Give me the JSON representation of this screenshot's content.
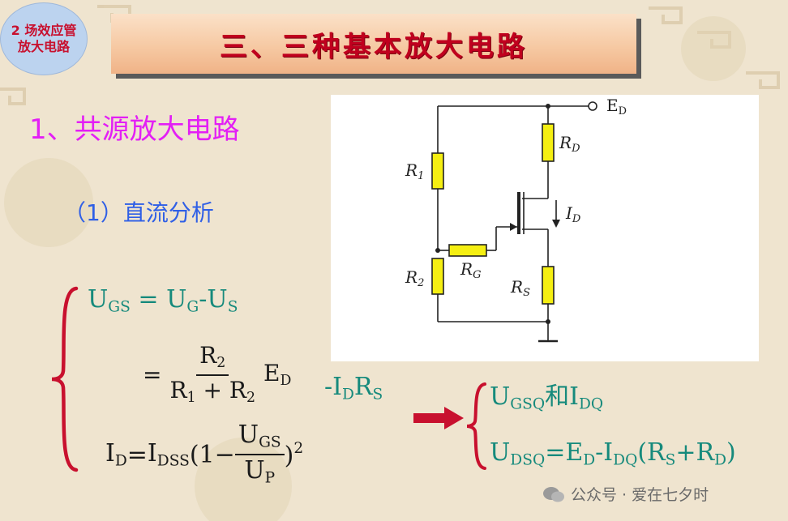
{
  "corner_badge": "2 场效应管放大电路",
  "title": "三、三种基本放大电路",
  "heading1": "1、共源放大电路",
  "heading2": "（1）直流分析",
  "circuit": {
    "R1": "R",
    "R1_sub": "1",
    "R2": "R",
    "R2_sub": "2",
    "RG": "R",
    "RG_sub": "G",
    "RD": "R",
    "RD_sub": "D",
    "RS": "R",
    "RS_sub": "S",
    "ID": "I",
    "ID_sub": "D",
    "ED": "E",
    "ED_sub": "D"
  },
  "eq1": {
    "lhs": "U",
    "lhs_sub": "GS",
    "eq": " = ",
    "a": "U",
    "a_sub": "G",
    "minus": "-",
    "b": "U",
    "b_sub": "S"
  },
  "eq2": {
    "eq": "=",
    "num": "R",
    "num_sub": "2",
    "den_a": "R",
    "den_a_sub": "1",
    "den_plus": " + ",
    "den_b": "R",
    "den_b_sub": "2",
    "ed": "E",
    "ed_sub": "D",
    "tail": "-I",
    "tail_sub": "D",
    "tail_r": "R",
    "tail_r_sub": "S"
  },
  "eq3": {
    "lhs": "I",
    "lhs_sub": "D",
    "eq": " = ",
    "i": "I",
    "i_sub": "DSS",
    "open": "(1−",
    "num": "U",
    "num_sub": "GS",
    "den": "U",
    "den_sub": "P",
    "close": ")",
    "exp": "2"
  },
  "result1": {
    "a": "U",
    "a_sub": "GSQ",
    "and": "和",
    "b": "I",
    "b_sub": "DQ"
  },
  "result2": {
    "a": "U",
    "a_sub": "DSQ",
    "eq": "=E",
    "eq_sub": "D",
    "minus": "-I",
    "minus_sub": "DQ",
    "open": "(R",
    "open_sub": "S",
    "plus": "+R",
    "plus_sub": "D",
    "close": ")"
  },
  "watermark": "公众号 · 爱在七夕时",
  "colors": {
    "title_red": "#c0001e",
    "heading_magenta": "#e31ff5",
    "heading_blue": "#2f5fe6",
    "formula_teal": "#168a7c",
    "brace_red": "#c8102e",
    "resistor_yellow": "#f5ef12"
  }
}
